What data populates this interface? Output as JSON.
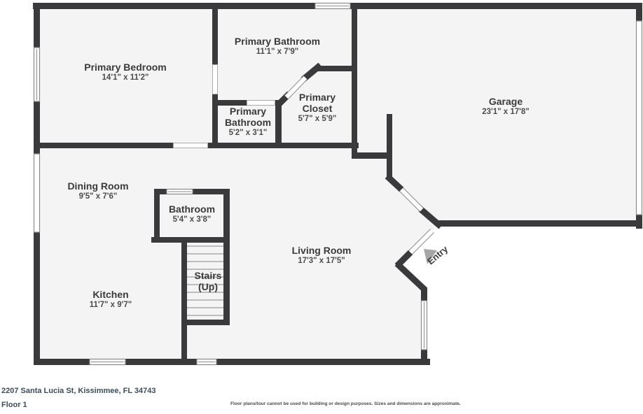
{
  "rooms": [
    {
      "name": "Primary Bedroom",
      "dims": "14'1\" x 11'2\""
    },
    {
      "name": "Primary Bathroom",
      "dims": "11'1\" x 7'9\""
    },
    {
      "name": "Primary Bathroom",
      "dims": "5'2\" x 3'1\""
    },
    {
      "name": "Primary Closet",
      "dims": "5'7\" x 5'9\""
    },
    {
      "name": "Garage",
      "dims": "23'1\" x 17'8\""
    },
    {
      "name": "Dining Room",
      "dims": "9'5\" x 7'6\""
    },
    {
      "name": "Bathroom",
      "dims": "5'4\" x 3'8\""
    },
    {
      "name": "Living Room",
      "dims": "17'3\" x 17'5\""
    },
    {
      "name": "Kitchen",
      "dims": "11'7\" x 9'7\""
    },
    {
      "name": "Stairs (Up)",
      "dims": ""
    }
  ],
  "entry": {
    "label": "Entry"
  },
  "footer": {
    "address": "2207 Santa Lucia St, Kissimmee, FL 34743",
    "floor_label": "Floor 1",
    "disclaimer": "Floor plans/tour cannot be used for building or design purposes. Sizes and dimensions are approximate."
  },
  "colors": {
    "wall": "#3a3a3c",
    "room_fill": "#f4f4f4",
    "window_frame": "#8a8a8a",
    "entry_arrow": "#a6a6a6",
    "label_text": "#3a3a3a",
    "footer_text": "#3e4c57"
  }
}
